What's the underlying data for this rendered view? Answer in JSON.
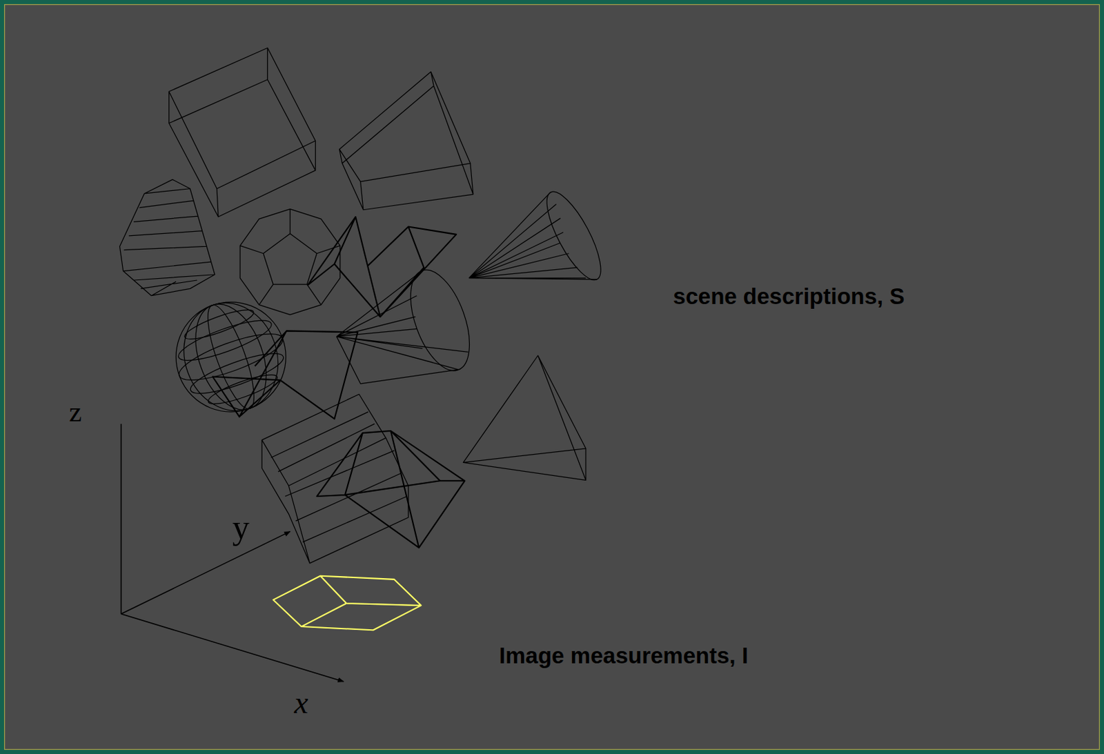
{
  "diagram": {
    "labels": [
      "scene descriptions, S",
      "z",
      "y",
      "Image measurements, I",
      "x"
    ]
  }
}
